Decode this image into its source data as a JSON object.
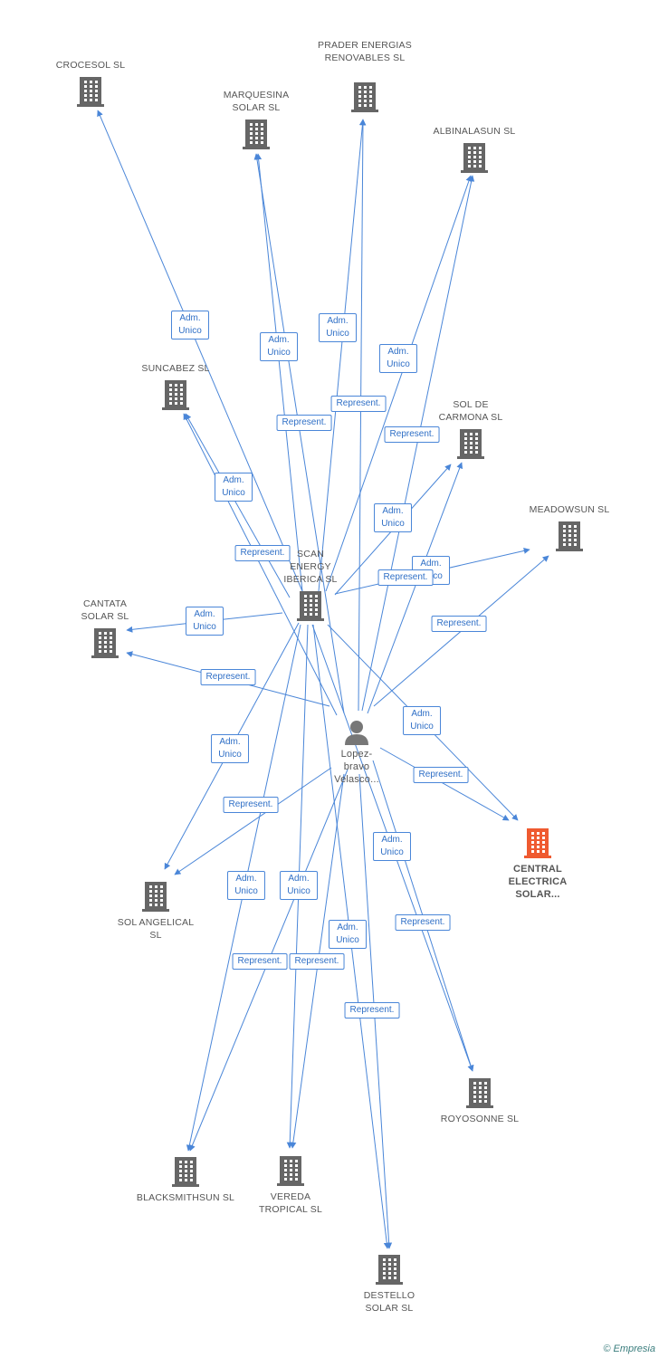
{
  "colors": {
    "link": "#4a86d8",
    "building": "#666666",
    "focus_building": "#ef5a30",
    "person": "#777777"
  },
  "brand": {
    "copyright": "©",
    "name": "Empresia"
  },
  "nodes": [
    {
      "id": "crocesol",
      "label": "CROCESOL SL",
      "kind": "company"
    },
    {
      "id": "marquesina",
      "label": "MARQUESINA SOLAR SL",
      "kind": "company"
    },
    {
      "id": "prader",
      "label": "PRADER ENERGIAS RENOVABLES SL",
      "kind": "company"
    },
    {
      "id": "albinalasun",
      "label": "ALBINALASUN SL",
      "kind": "company"
    },
    {
      "id": "suncabez",
      "label": "SUNCABEZ SL",
      "kind": "company"
    },
    {
      "id": "soldecarmona",
      "label": "SOL DE CARMONA SL",
      "kind": "company"
    },
    {
      "id": "meadowsun",
      "label": "MEADOWSUN SL",
      "kind": "company"
    },
    {
      "id": "scan",
      "label": "SCAN ENERGY IBERICA SL",
      "kind": "company"
    },
    {
      "id": "cantata",
      "label": "CANTATA SOLAR SL",
      "kind": "company"
    },
    {
      "id": "person",
      "label": "Lopez-bravo Velasco...",
      "kind": "person"
    },
    {
      "id": "central",
      "label": "CENTRAL ELECTRICA SOLAR...",
      "kind": "focus"
    },
    {
      "id": "solangelical",
      "label": "SOL ANGELICAL SL",
      "kind": "company"
    },
    {
      "id": "royosonne",
      "label": "ROYOSONNE SL",
      "kind": "company"
    },
    {
      "id": "blacksmithsun",
      "label": "BLACKSMITHSUN SL",
      "kind": "company"
    },
    {
      "id": "vereda",
      "label": "VEREDA TROPICAL SL",
      "kind": "company"
    },
    {
      "id": "destello",
      "label": "DESTELLO SOLAR SL",
      "kind": "company"
    }
  ],
  "edges": [
    {
      "from": "scan",
      "to": "crocesol",
      "label": "Adm. Unico"
    },
    {
      "from": "scan",
      "to": "marquesina",
      "label": "Adm. Unico"
    },
    {
      "from": "scan",
      "to": "prader",
      "label": "Adm. Unico"
    },
    {
      "from": "scan",
      "to": "albinalasun",
      "label": "Adm. Unico"
    },
    {
      "from": "scan",
      "to": "suncabez",
      "label": "Adm. Unico"
    },
    {
      "from": "scan",
      "to": "soldecarmona",
      "label": "Adm. Unico"
    },
    {
      "from": "scan",
      "to": "meadowsun",
      "label": "Adm. Unico"
    },
    {
      "from": "scan",
      "to": "cantata",
      "label": "Adm. Unico"
    },
    {
      "from": "scan",
      "to": "central",
      "label": "Adm. Unico"
    },
    {
      "from": "scan",
      "to": "solangelical",
      "label": "Adm. Unico"
    },
    {
      "from": "scan",
      "to": "royosonne",
      "label": "Adm. Unico"
    },
    {
      "from": "scan",
      "to": "blacksmithsun",
      "label": "Adm. Unico"
    },
    {
      "from": "scan",
      "to": "vereda",
      "label": "Adm. Unico"
    },
    {
      "from": "scan",
      "to": "destello",
      "label": "Adm. Unico"
    },
    {
      "from": "person",
      "to": "marquesina",
      "label": "Represent."
    },
    {
      "from": "person",
      "to": "prader",
      "label": "Represent."
    },
    {
      "from": "person",
      "to": "albinalasun",
      "label": "Represent."
    },
    {
      "from": "person",
      "to": "suncabez",
      "label": "Represent."
    },
    {
      "from": "person",
      "to": "soldecarmona",
      "label": "Represent."
    },
    {
      "from": "person",
      "to": "meadowsun",
      "label": "Represent."
    },
    {
      "from": "person",
      "to": "cantata",
      "label": "Represent."
    },
    {
      "from": "person",
      "to": "central",
      "label": "Represent."
    },
    {
      "from": "person",
      "to": "solangelical",
      "label": "Represent."
    },
    {
      "from": "person",
      "to": "royosonne",
      "label": "Represent."
    },
    {
      "from": "person",
      "to": "blacksmithsun",
      "label": "Represent."
    },
    {
      "from": "person",
      "to": "vereda",
      "label": "Represent."
    },
    {
      "from": "person",
      "to": "destello",
      "label": "Represent."
    }
  ]
}
